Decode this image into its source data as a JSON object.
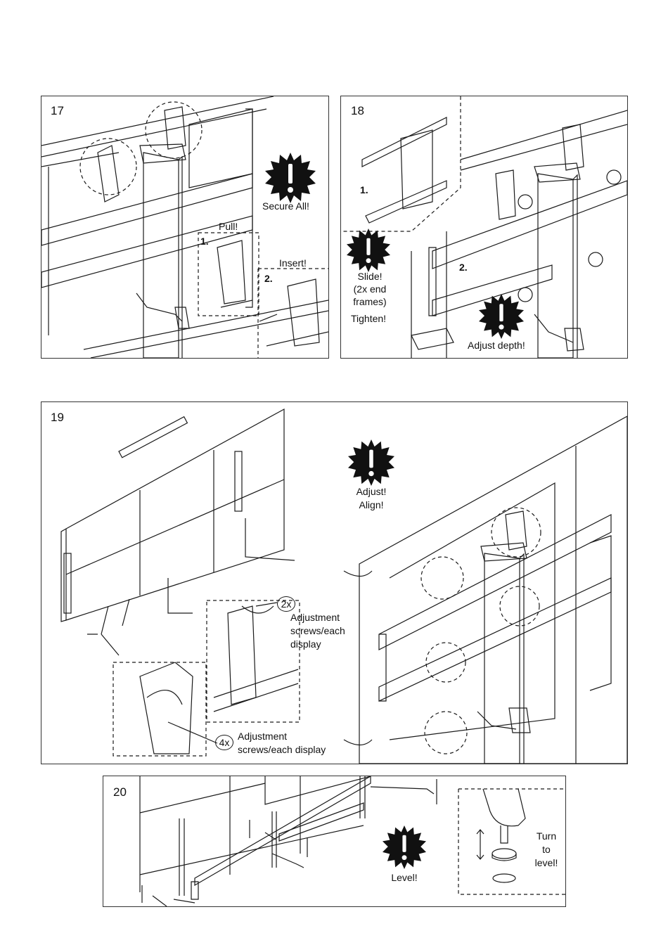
{
  "steps": {
    "s17": {
      "number": "17",
      "secure": "Secure All!",
      "pull": "Pull!",
      "step1": "1.",
      "insert": "Insert!",
      "step2": "2."
    },
    "s18": {
      "number": "18",
      "step1": "1.",
      "step2": "2.",
      "slide": "Slide!",
      "end_frames_1": "(2x end",
      "end_frames_2": "frames)",
      "tighten": "Tighten!",
      "adjust_depth": "Adjust depth!"
    },
    "s19": {
      "number": "19",
      "adjust": "Adjust!",
      "align": "Align!",
      "count_2x": "2x",
      "screws_1": "Adjustment",
      "screws_2": "screws/each",
      "screws_3": "display",
      "count_4x": "4x",
      "screws_b1": "Adjustment",
      "screws_b2": "screws/each display"
    },
    "s20": {
      "number": "20",
      "level": "Level!",
      "turn_1": "Turn",
      "turn_2": "to",
      "turn_3": "level!"
    }
  },
  "icons": {
    "warning": "exclamation-starburst-icon",
    "arrow": "double-arrow-icon",
    "rotate": "rotate-icon"
  },
  "colors": {
    "line": "#1a1a1a",
    "paper": "#ffffff",
    "fill": "#111111"
  }
}
